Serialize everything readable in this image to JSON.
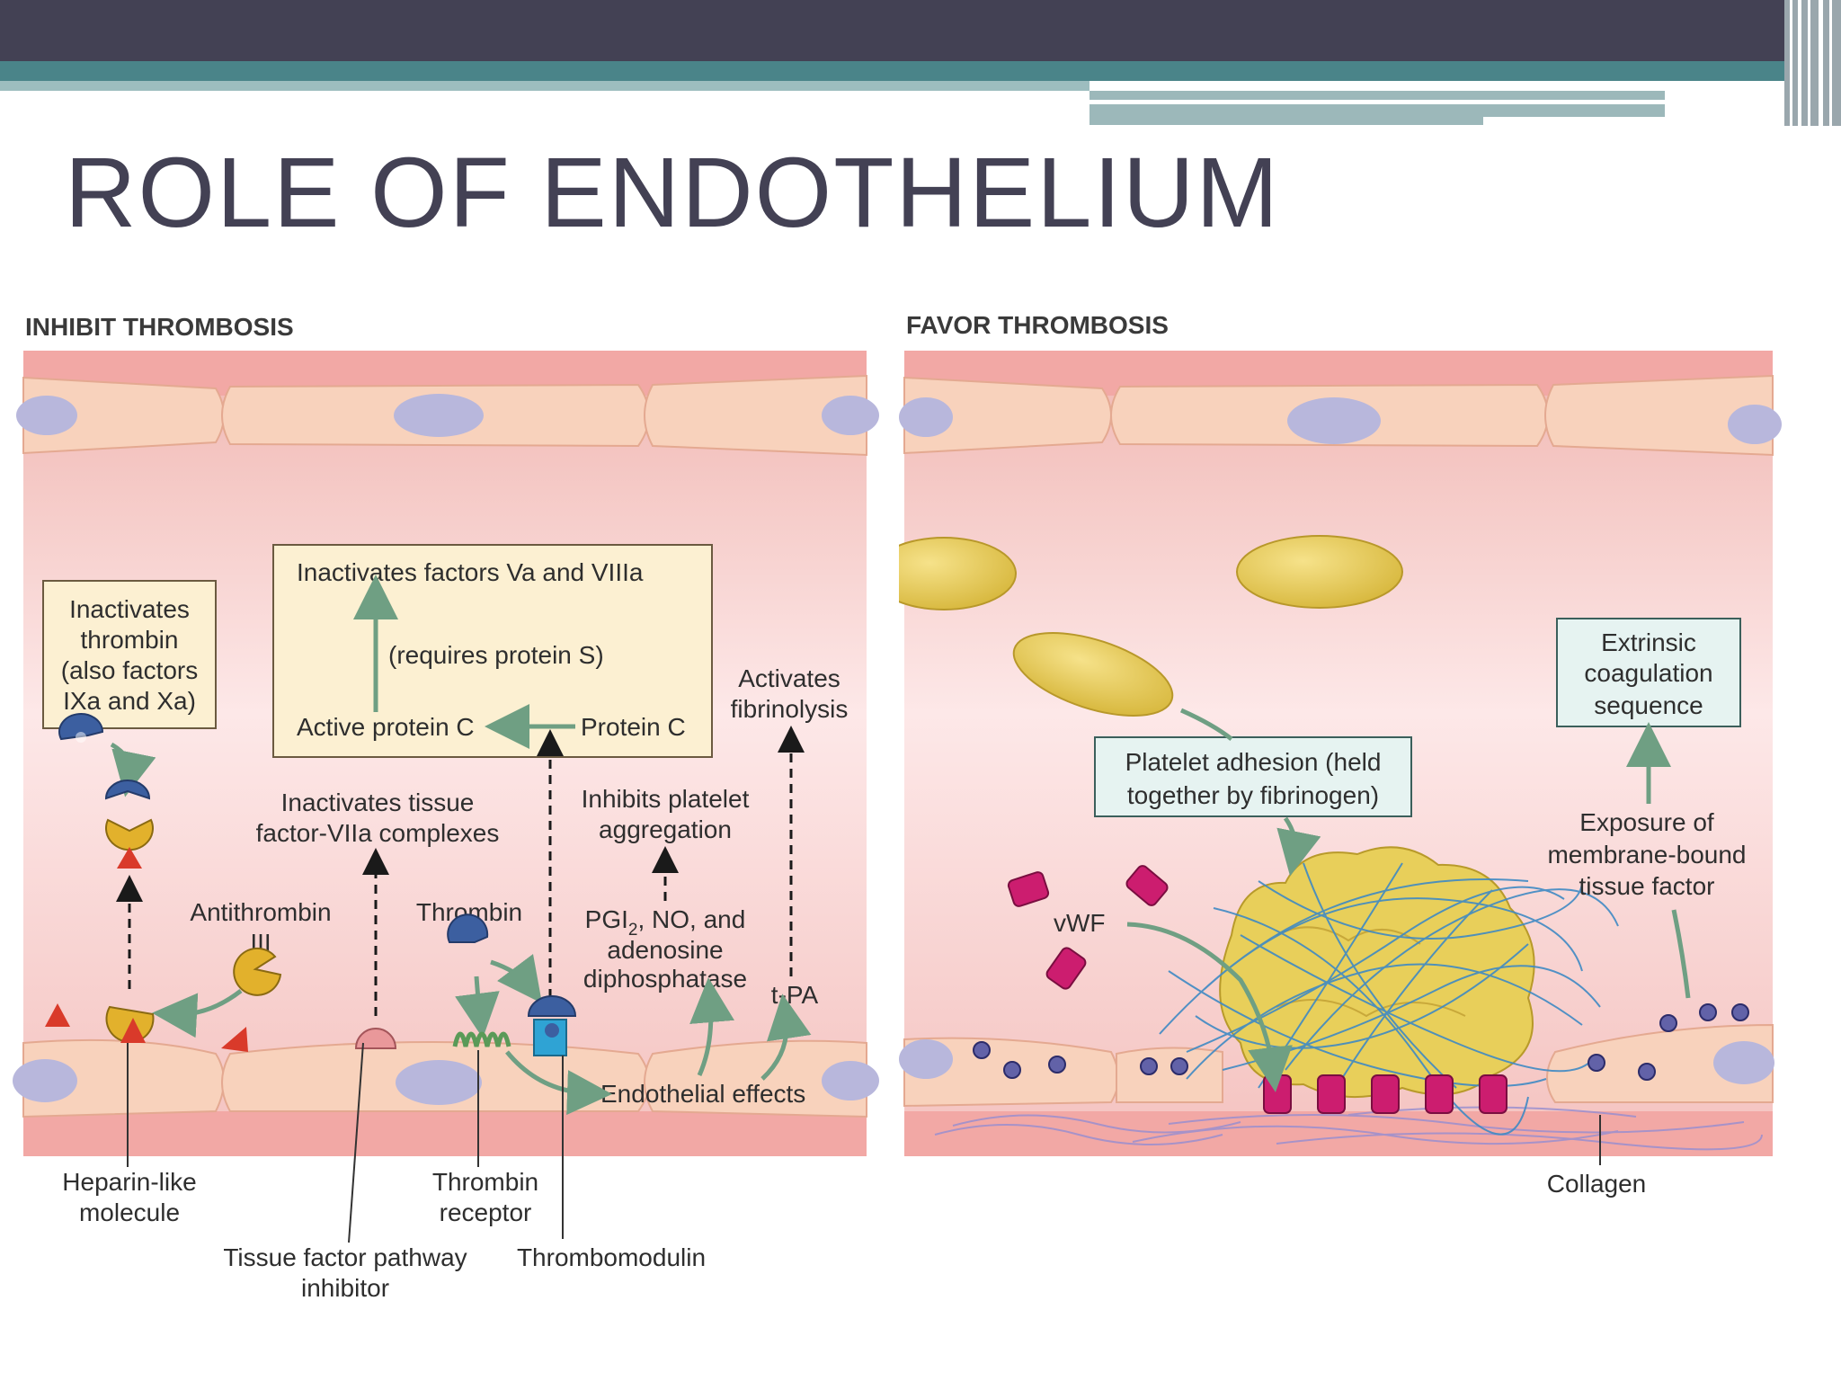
{
  "slide": {
    "title": "ROLE OF ENDOTHELIUM",
    "colors": {
      "title": "#434154",
      "top_bar": "#434154",
      "accent_teal": "#4a8489",
      "pale_teal": "#9dbdbf",
      "vessel_pink": "#f4b8b4",
      "endothelial_cell": "#f8d2bc",
      "nucleus": "#b8b7dc",
      "platelet_yellow": "#e8cf58",
      "vwf_magenta": "#cc1d6f",
      "fibrin_blue": "#3f8ac4",
      "arrow_green": "#7aa88c"
    }
  },
  "inhibit": {
    "heading": "INHIBIT THROMBOSIS",
    "box_inactivates_thrombin": [
      "Inactivates",
      "thrombin",
      "(also factors",
      "IXa and Xa)"
    ],
    "box_protein_c": {
      "top": "Inactivates factors Va and VIIIa",
      "middle": "(requires protein S)",
      "active": "Active protein C",
      "protein_c": "Protein C"
    },
    "activates_fibrinolysis": [
      "Activates",
      "fibrinolysis"
    ],
    "inactivates_tissue": [
      "Inactivates tissue",
      "factor-VIIa complexes"
    ],
    "inhibits_platelet": [
      "Inhibits platelet",
      "aggregation"
    ],
    "antithrombin": [
      "Antithrombin",
      "III"
    ],
    "thrombin": "Thrombin",
    "pgi2": [
      "PGI",
      "2",
      ", NO, and",
      "adenosine",
      "diphosphatase"
    ],
    "tpa": "t-PA",
    "endothelial_effects": "Endothelial effects",
    "heparin": [
      "Heparin-like",
      "molecule"
    ],
    "thrombin_receptor": [
      "Thrombin",
      "receptor"
    ],
    "tfpi": [
      "Tissue factor pathway",
      "inhibitor"
    ],
    "thrombomodulin": "Thrombomodulin"
  },
  "favor": {
    "heading": "FAVOR THROMBOSIS",
    "extrinsic": [
      "Extrinsic",
      "coagulation",
      "sequence"
    ],
    "platelet_adhesion": [
      "Platelet adhesion (held",
      "together by fibrinogen)"
    ],
    "exposure": [
      "Exposure of",
      "membrane-bound",
      "tissue factor"
    ],
    "vwf": "vWF",
    "collagen": "Collagen"
  }
}
